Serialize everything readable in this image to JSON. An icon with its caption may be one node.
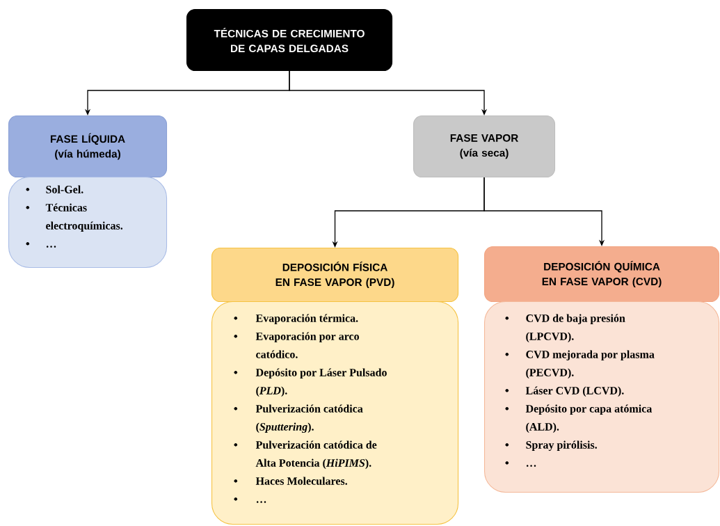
{
  "diagram": {
    "nodes": [
      {
        "text": [
          "TÉCNICAS DE CRECIMIENTO DE CAPAS DELGADAS"
        ]
      },
      {
        "text": [
          "FASE LÍQUIDA",
          "(vía húmeda)"
        ]
      },
      {
        "text": [
          "Sol-Gel.",
          "Técnicas electroquímicas.",
          "…"
        ]
      },
      {
        "text": [
          "FASE VAPOR",
          "(vía seca)"
        ]
      },
      {
        "text": [
          "DEPOSICIÓN FÍSICA EN FASE VAPOR (PVD)"
        ]
      },
      {
        "text": [
          "Evaporación térmica.",
          "Evaporación por arco catódico.",
          "Depósito por Láser Pulsado (*PLD*).",
          "Pulverización catódica (*Sputtering*).",
          "Pulverización catódica de Alta Potencia (*HiPIMS*).",
          "Haces Moleculares.",
          "…"
        ]
      },
      {
        "text": [
          "DEPOSICIÓN QUÍMICA EN FASE VAPOR (CVD)"
        ]
      },
      {
        "text": [
          "CVD de baja presión (LPCVD).",
          "CVD mejorada por plasma (PECVD).",
          "Láser CVD (LCVD).",
          "Depósito por capa atómica (ALD).",
          "Spray pirólisis.",
          "…"
        ]
      }
    ],
    "edges": [
      {
        "from": 0,
        "to": 1,
        "arrow": "to"
      },
      {
        "from": 0,
        "to": 3,
        "arrow": "to"
      },
      {
        "from": 3,
        "to": 4,
        "arrow": "to"
      },
      {
        "from": 3,
        "to": 6,
        "arrow": "to"
      }
    ]
  }
}
